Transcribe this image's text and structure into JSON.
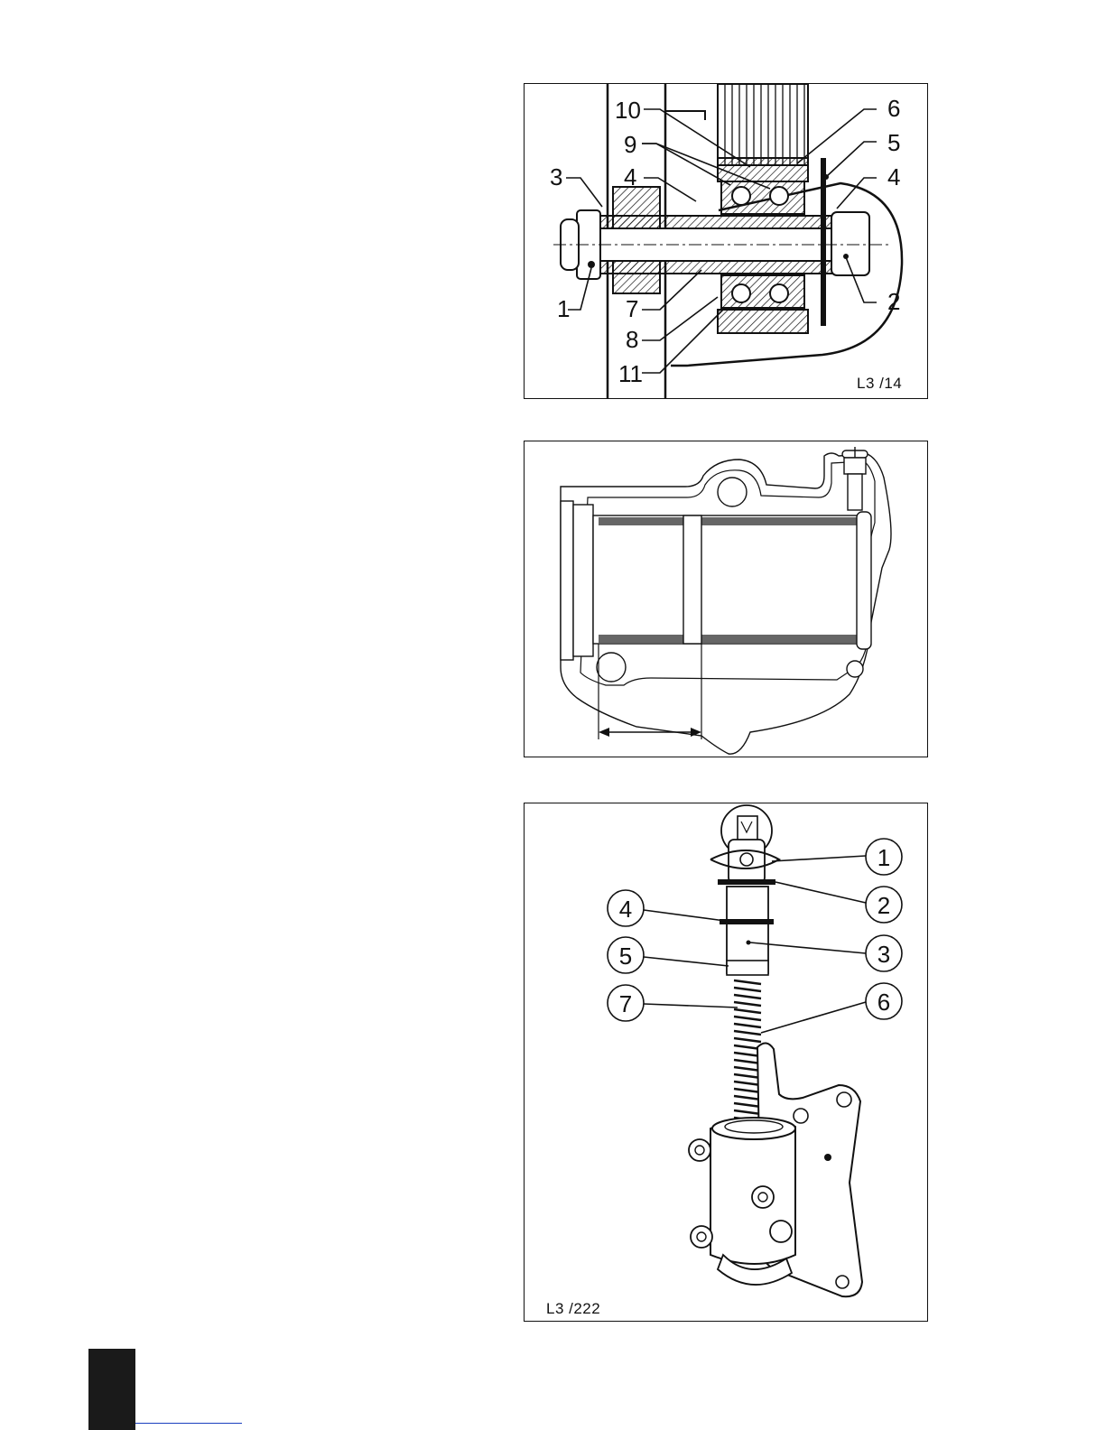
{
  "figures": [
    {
      "id": "bearing-cross-section",
      "code": "L3 /14",
      "callouts": [
        "10",
        "9",
        "3",
        "4",
        "1",
        "7",
        "8",
        "11",
        "6",
        "5",
        "4",
        "2"
      ]
    },
    {
      "id": "housing-bore",
      "code": "",
      "callouts": []
    },
    {
      "id": "spring-assembly",
      "code": "L3 /222",
      "callouts": [
        "1",
        "2",
        "3",
        "4",
        "5",
        "6",
        "7"
      ]
    }
  ]
}
